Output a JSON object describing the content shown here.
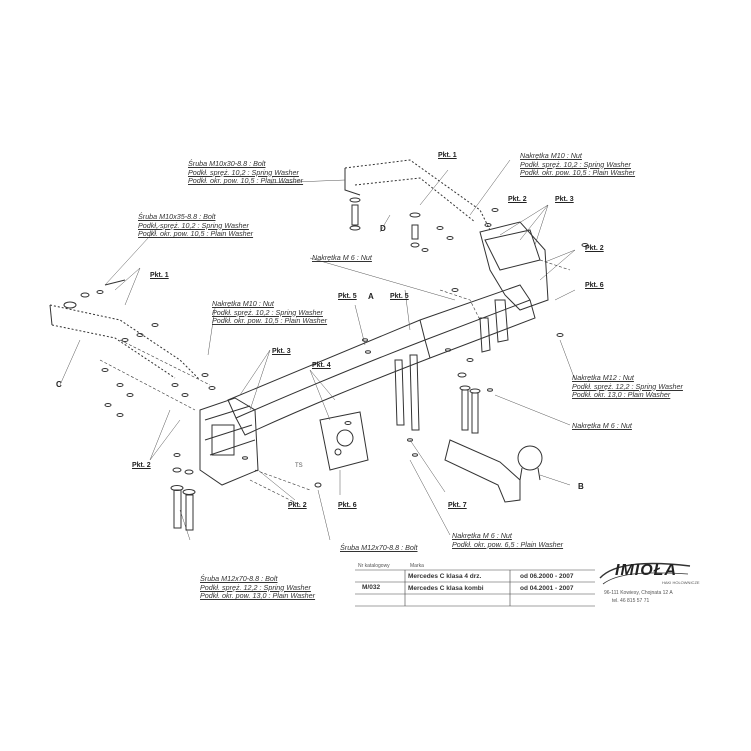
{
  "labels": {
    "bolt_m10x30": [
      "Śruba M10x30-8.8 : Bolt",
      "Podkł. spręż. 10,2 : Spring Washer",
      "Podkł. okr. pow. 10,5 : Plain Washer"
    ],
    "bolt_m10x35": [
      "Śruba M10x35-8.8 : Bolt",
      "Podkł. spręż. 10,2 : Spring Washer",
      "Podkł. okr. pow. 10,5 : Plain Washer"
    ],
    "nut_m10_top": [
      "Nakrętka M10 : Nut",
      "Podkł. spręż. 10,2 : Spring Washer",
      "Podkł. okr. pow. 10,5 : Plain Washer"
    ],
    "nut_m6": "Nakrętka M 6 : Nut",
    "nut_m10_mid": [
      "Nakrętka M10 : Nut",
      "Podkł. spręż. 10,2 : Spring Washer",
      "Podkł. okr. pow. 10,5 : Plain Washer"
    ],
    "nut_m12": [
      "Nakrętka M12 : Nut",
      "Podkł. spręż. 12,2 : Spring Washer",
      "Podkł. okr. 13,0 : Plain Washer"
    ],
    "nut_m6_right": "Nakrętka M 6 : Nut",
    "nut_m6_bottom": [
      "Nakrętka M 6 : Nut",
      "Podkł. okr. pow. 6,5 : Plain Washer"
    ],
    "bolt_m12x70": "Śruba M12x70-8.8 : Bolt",
    "bolt_m12x70_left": [
      "Śruba M12x70-8.8 : Bolt",
      "Podkł. spręż. 12,2 : Spring Washer",
      "Podkł. okr. pow. 13,0 : Plain Washer"
    ]
  },
  "pkt": {
    "p1_top": "Pkt. 1",
    "p2_top": "Pkt. 2",
    "p3_top": "Pkt. 3",
    "p1_left": "Pkt. 1",
    "p5a": "Pkt. 5",
    "p5b": "Pkt. 5",
    "p2_right": "Pkt. 2",
    "p6_right": "Pkt. 6",
    "p3_mid": "Pkt. 3",
    "p4": "Pkt. 4",
    "p2_left": "Pkt. 2",
    "p2_bottom": "Pkt. 2",
    "p6_bottom": "Pkt. 6",
    "p7": "Pkt. 7"
  },
  "letters": {
    "a": "A",
    "b": "B",
    "c": "C",
    "d": "D",
    "ts": "TS"
  },
  "title_block": {
    "col1_head": "Nr katalogowy",
    "col2_head": "Marka",
    "catalog_no": "M/032",
    "row1_model": "Mercedes C klasa 4 drz.",
    "row1_date": "od 06.2000 - 2007",
    "row2_model": "Mercedes C klasa kombi",
    "row2_date": "od 04.2001 - 2007",
    "brand": "IMIOŁA",
    "brand_sub": "HAKI HOLOWNICZE",
    "address1": "96-111 Kowiesy, Chojnata 12 A",
    "address2": "tel. 46 815 57 71"
  }
}
